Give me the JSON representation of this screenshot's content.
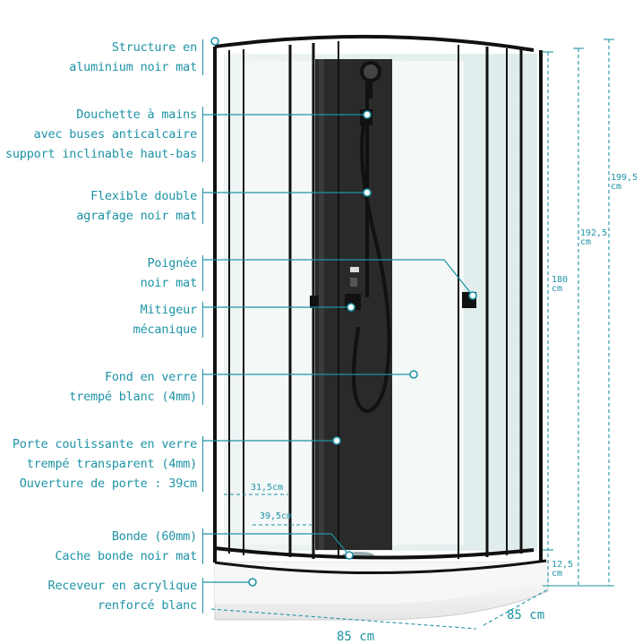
{
  "colors": {
    "accent": "#1e93a6",
    "frame": "#111111",
    "glass": "#e8f1f0",
    "panel_dark": "#2b2b2b",
    "tray": "#f5f5f5"
  },
  "labels": {
    "structure": [
      "Structure en",
      "aluminium noir mat"
    ],
    "douchette": [
      "Douchette à mains",
      "avec buses anticalcaire",
      "support inclinable haut-bas"
    ],
    "flexible": [
      "Flexible double",
      "agrafage noir mat"
    ],
    "poignee": [
      "Poignée",
      "noir mat"
    ],
    "mitigeur": [
      "Mitigeur",
      "mécanique"
    ],
    "fond": [
      "Fond en verre",
      "trempé blanc (4mm)"
    ],
    "porte": [
      "Porte coulissante en verre",
      "trempé transparent (4mm)",
      "Ouverture de porte : 39cm"
    ],
    "bonde": [
      "Bonde (60mm)",
      "Cache bonde noir mat"
    ],
    "receveur": [
      "Receveur en acrylique",
      "renforcé blanc"
    ]
  },
  "dimensions": {
    "h_total": [
      "199,5",
      "cm"
    ],
    "h_door": [
      "192,5",
      "cm"
    ],
    "h_panel": [
      "180",
      "cm"
    ],
    "h_tray": [
      "12,5",
      "cm"
    ],
    "opening_1": "31,5cm",
    "opening_2": "39,5cm",
    "width": "85 cm",
    "depth": "85 cm"
  }
}
